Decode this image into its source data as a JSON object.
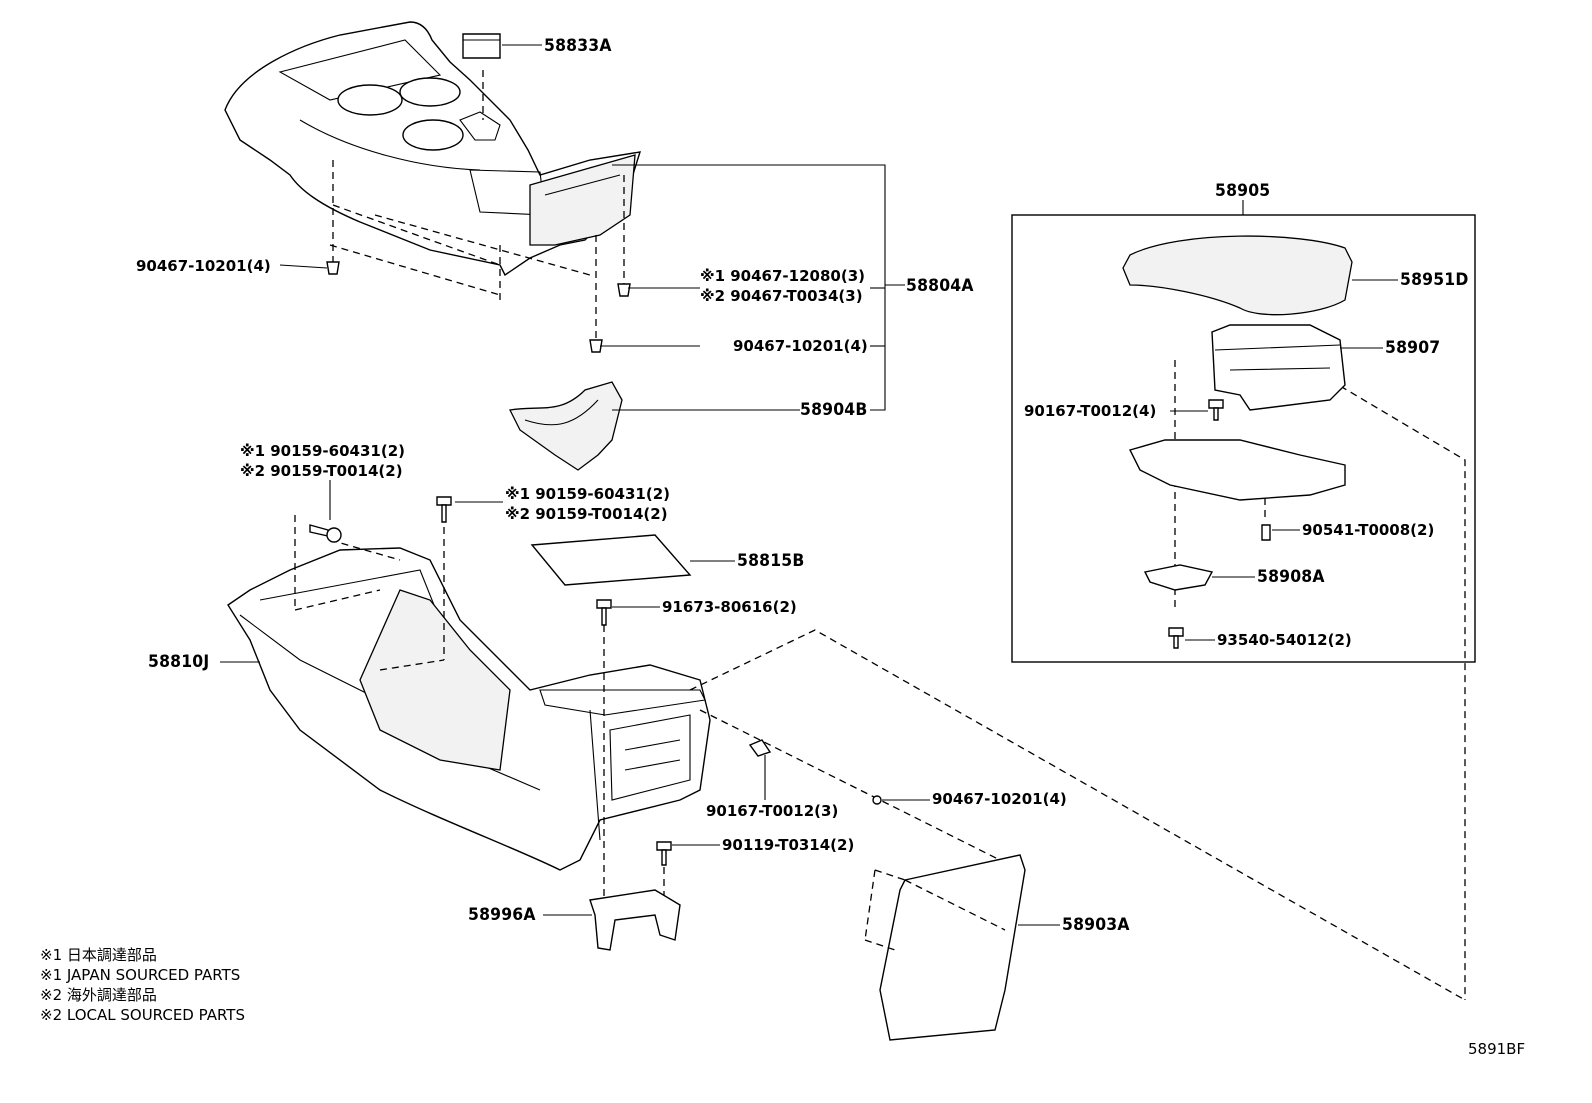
{
  "labels": {
    "p58833A": "58833A",
    "p90467_10201_a": "90467-10201(4)",
    "p90467_12080": "※1 90467-12080(3)",
    "p90467_T0034": "※2 90467-T0034(3)",
    "p58804A": "58804A",
    "p90467_10201_b": "90467-10201(4)",
    "p58904B": "58904B",
    "p90159_60431_a": "※1 90159-60431(2)",
    "p90159_T0014_a": "※2 90159-T0014(2)",
    "p90159_60431_b": "※1 90159-60431(2)",
    "p90159_T0014_b": "※2 90159-T0014(2)",
    "p58815B": "58815B",
    "p91673_80616": "91673-80616(2)",
    "p58810J": "58810J",
    "p90167_T0012_a": "90167-T0012(3)",
    "p90467_10201_c": "90467-10201(4)",
    "p90119_T0314": "90119-T0314(2)",
    "p58996A": "58996A",
    "p58903A": "58903A",
    "p58905": "58905",
    "p58951D": "58951D",
    "p58907": "58907",
    "p90167_T0012_b": "90167-T0012(4)",
    "p90541_T0008": "90541-T0008(2)",
    "p58908A": "58908A",
    "p93540_54012": "93540-54012(2)"
  },
  "legend": [
    "※1 日本調達部品",
    "※1 JAPAN SOURCED PARTS",
    "※2 海外調達部品",
    "※2 LOCAL SOURCED PARTS"
  ],
  "diagram_code": "5891BF"
}
